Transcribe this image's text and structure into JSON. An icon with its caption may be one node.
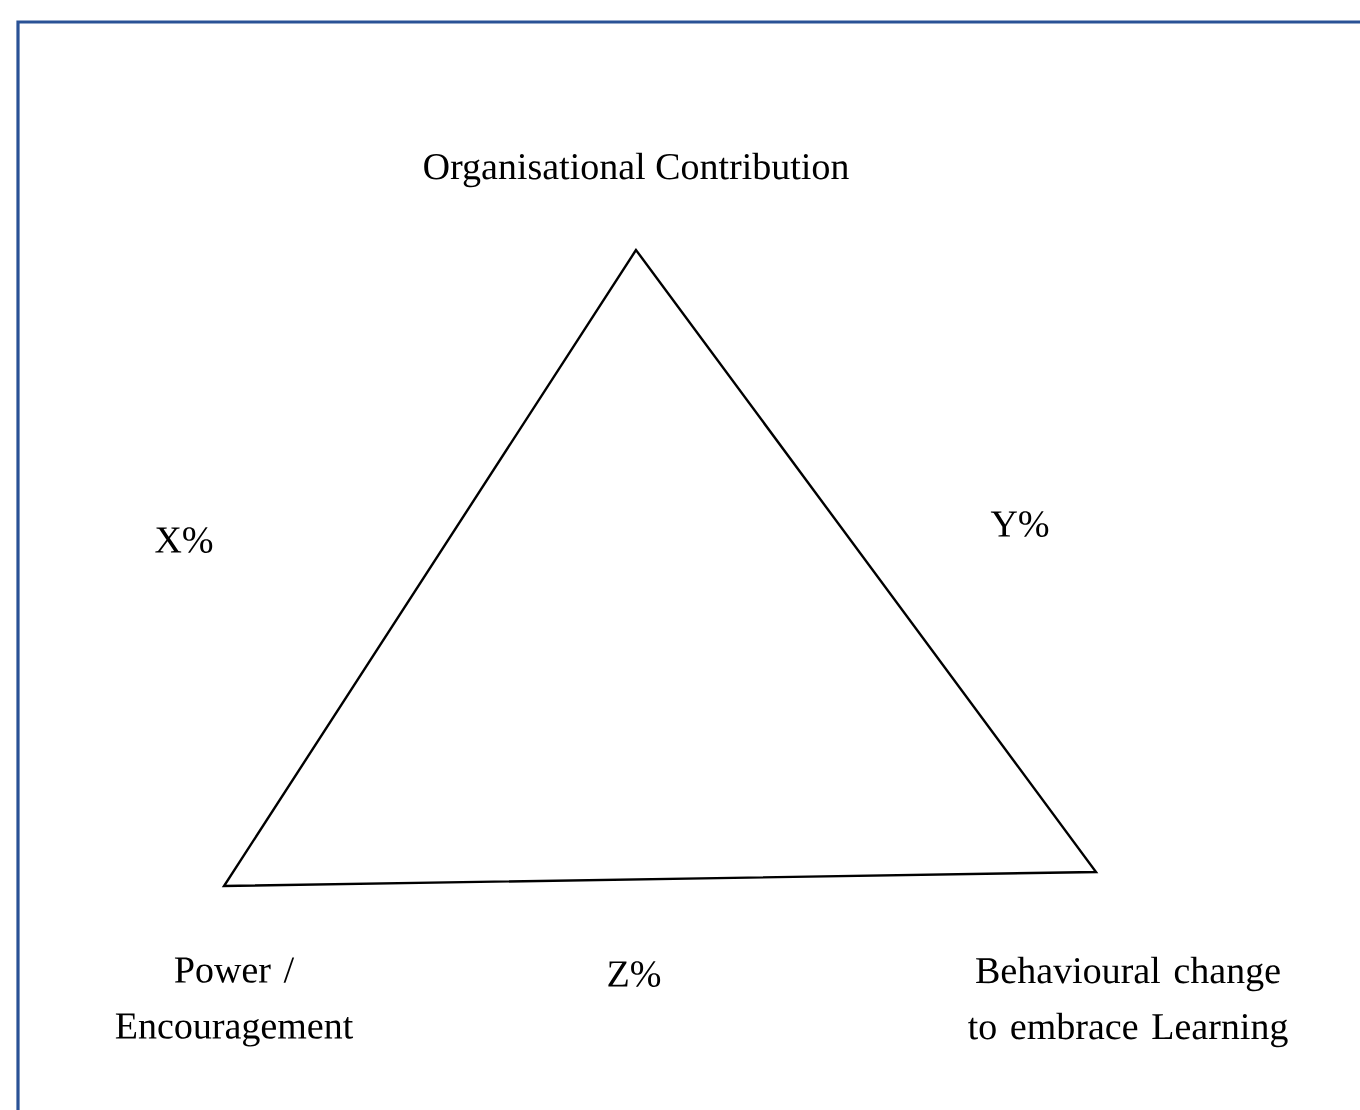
{
  "diagram": {
    "nodes": [
      {
        "text": [],
        "shape": "triangle"
      }
    ],
    "labels": [
      "Organisational Contribution",
      "X%",
      "Y%",
      "Power / Encouragement",
      "Z%",
      "Behavioural change to embrace Learning"
    ]
  }
}
